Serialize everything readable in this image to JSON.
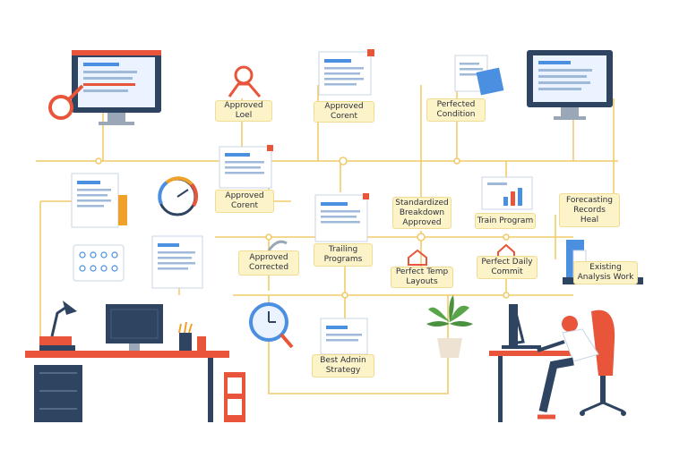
{
  "labels": {
    "approved_loel": [
      "Approved",
      "Loel"
    ],
    "approved_corent_top": [
      "Approved",
      "Corent"
    ],
    "perfected_condition": [
      "Perfected",
      "Condition"
    ],
    "approved_corent_mid": [
      "Approved",
      "Corent"
    ],
    "trailing_programs": [
      "Trailing",
      "Programs"
    ],
    "standard_proposal": [
      "Standardized",
      "Breakdown",
      "Approved"
    ],
    "train_program": [
      "Train Program"
    ],
    "forecasting_records": [
      "Forecasting",
      "Records",
      "Heal"
    ],
    "approved_corrected": [
      "Approved",
      "Corrected"
    ],
    "perfect_templates": [
      "Perfect Temp",
      "Layouts"
    ],
    "perfect_daily_commit": [
      "Perfect Daily",
      "Commit"
    ],
    "existing_analysis": [
      "Existing",
      "Analysis Work"
    ],
    "best_admin_strategy": [
      "Best Admin",
      "Strategy"
    ]
  },
  "colors": {
    "accent_orange": "#e8553a",
    "navy": "#2f4460",
    "blue": "#4a8fe0",
    "yellow_line": "#f1cb6b",
    "label_bg": "#fdf3c8",
    "green": "#5aa54a"
  }
}
